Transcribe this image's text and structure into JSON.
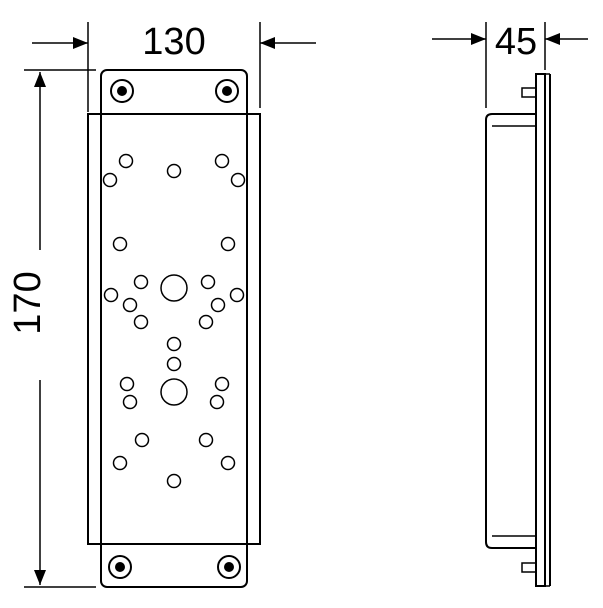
{
  "dimensions": {
    "width": "130",
    "height": "170",
    "depth": "45"
  }
}
